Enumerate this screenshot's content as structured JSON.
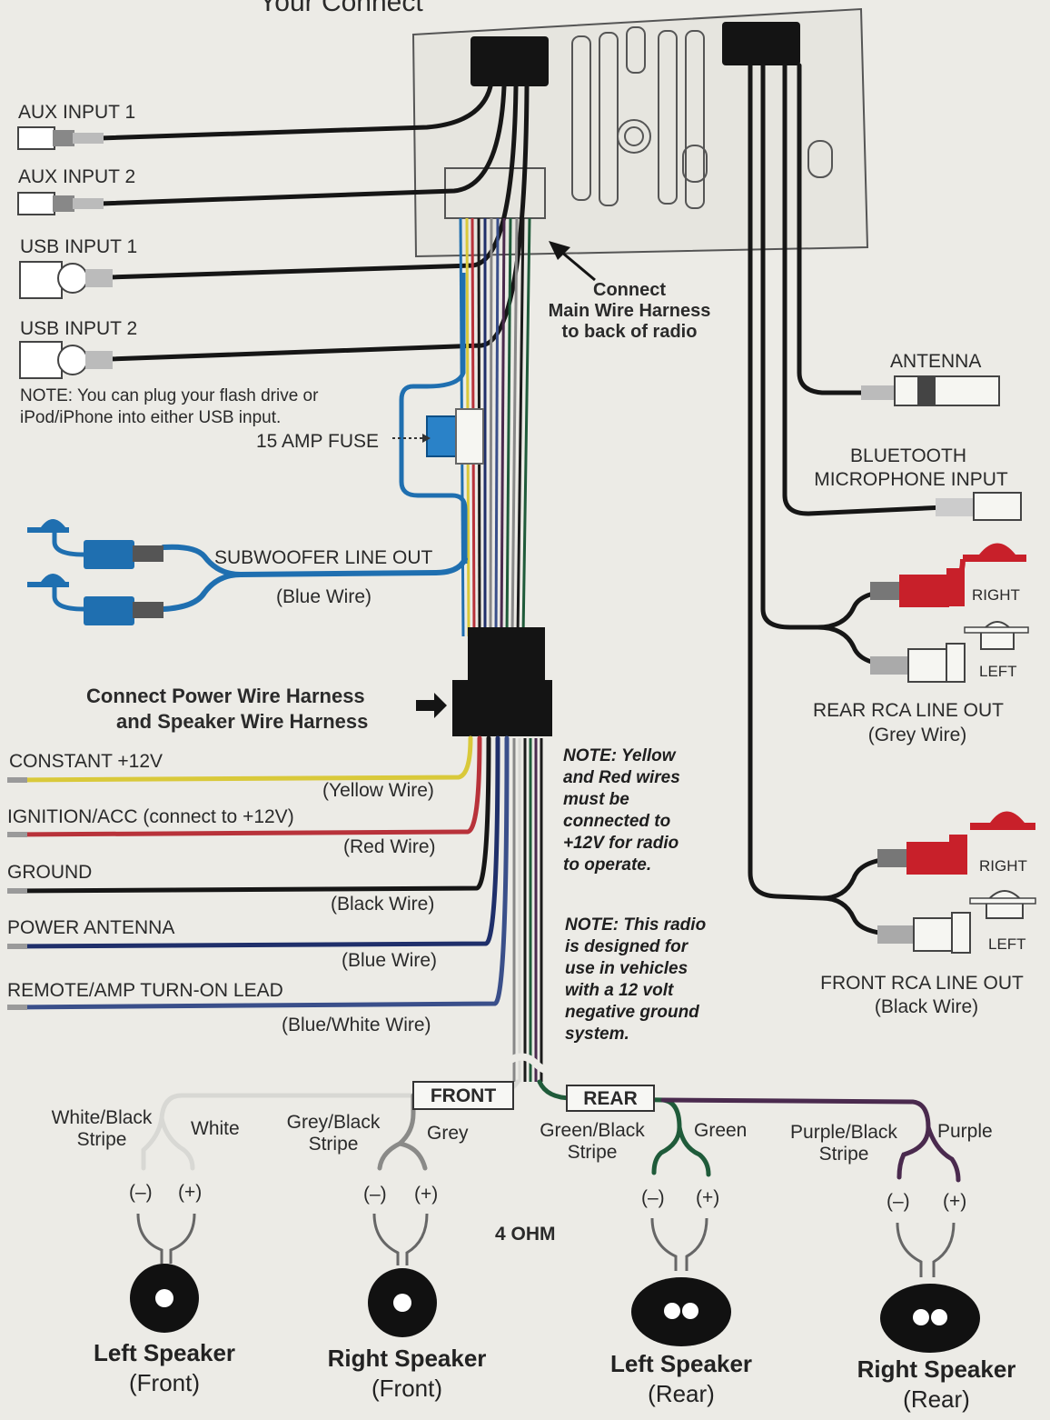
{
  "header": {
    "title_fragment": "Your Connect"
  },
  "inputs": {
    "aux1": "AUX INPUT 1",
    "aux2": "AUX INPUT 2",
    "usb1": "USB INPUT 1",
    "usb2": "USB INPUT 2",
    "usb_note": [
      "NOTE: You can plug your flash drive or",
      "iPod/iPhone into either USB input."
    ],
    "fuse": "15 AMP FUSE"
  },
  "callouts": {
    "main_harness": [
      "Connect",
      "Main Wire Harness",
      "to back of radio"
    ],
    "power_harness": [
      "Connect Power Wire Harness",
      "and Speaker Wire Harness"
    ]
  },
  "subwoofer": {
    "label": "SUBWOOFER LINE OUT",
    "wire": "(Blue Wire)"
  },
  "right_side": {
    "antenna": "ANTENNA",
    "bt_mic": [
      "BLUETOOTH",
      "MICROPHONE INPUT"
    ],
    "rear_rca": {
      "right": "RIGHT",
      "left": "LEFT",
      "title": "REAR RCA LINE OUT",
      "wire": "(Grey Wire)"
    },
    "front_rca": {
      "right": "RIGHT",
      "left": "LEFT",
      "title": "FRONT RCA LINE OUT",
      "wire": "(Black Wire)"
    }
  },
  "power_wires": [
    {
      "label": "CONSTANT +12V",
      "wire": "(Yellow Wire)",
      "color": "#d9c93a"
    },
    {
      "label": "IGNITION/ACC (connect to +12V)",
      "wire": "(Red Wire)",
      "color": "#b8323a"
    },
    {
      "label": "GROUND",
      "wire": "(Black Wire)",
      "color": "#1a1a1a"
    },
    {
      "label": "POWER ANTENNA",
      "wire": "(Blue Wire)",
      "color": "#1f2f6a"
    },
    {
      "label": "REMOTE/AMP TURN-ON LEAD",
      "wire": "(Blue/White Wire)",
      "color": "#3a4f8a"
    }
  ],
  "notes": {
    "yellow_red": [
      "NOTE: Yellow",
      "and Red wires",
      "must be",
      "connected to",
      "+12V for radio",
      "to operate."
    ],
    "ground": [
      "NOTE: This radio",
      "is designed for",
      "use in vehicles",
      "with a 12 volt",
      "negative ground",
      "system."
    ]
  },
  "speaker_tags": {
    "front": "FRONT",
    "rear": "REAR",
    "ohm": "4 OHM"
  },
  "speakers": [
    {
      "neg_wire": [
        "White/Black",
        "Stripe"
      ],
      "pos_wire": "White",
      "neg": "(–)",
      "pos": "(+)",
      "name": "Left Speaker",
      "position": "(Front)",
      "color": "#d8d8d4"
    },
    {
      "neg_wire": [
        "Grey/Black",
        "Stripe"
      ],
      "pos_wire": "Grey",
      "neg": "(–)",
      "pos": "(+)",
      "name": "Right Speaker",
      "position": "(Front)",
      "color": "#8a8a88"
    },
    {
      "neg_wire": [
        "Green/Black",
        "Stripe"
      ],
      "pos_wire": "Green",
      "neg": "(–)",
      "pos": "(+)",
      "name": "Left Speaker",
      "position": "(Rear)",
      "color": "#1f5b3a"
    },
    {
      "neg_wire": [
        "Purple/Black",
        "Stripe"
      ],
      "pos_wire": "Purple",
      "neg": "(–)",
      "pos": "(+)",
      "name": "Right Speaker",
      "position": "(Rear)",
      "color": "#4a2a4e"
    }
  ],
  "colors": {
    "blue_wire": "#1f6fb0",
    "red_rca": "#c8202a",
    "cable": "#161616",
    "paper": "#ecebe6"
  }
}
